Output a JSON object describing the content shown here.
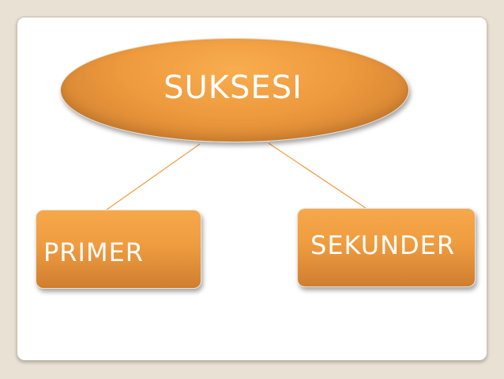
{
  "diagram": {
    "root": {
      "label": "SUKSESI"
    },
    "children": [
      {
        "label": "PRIMER"
      },
      {
        "label": "SEKUNDER"
      }
    ]
  },
  "colors": {
    "background": "#e9e1d3",
    "slide": "#ffffff",
    "node_fill": "#ef9c40",
    "node_text": "#ffffff",
    "connector": "#f0a14a"
  }
}
